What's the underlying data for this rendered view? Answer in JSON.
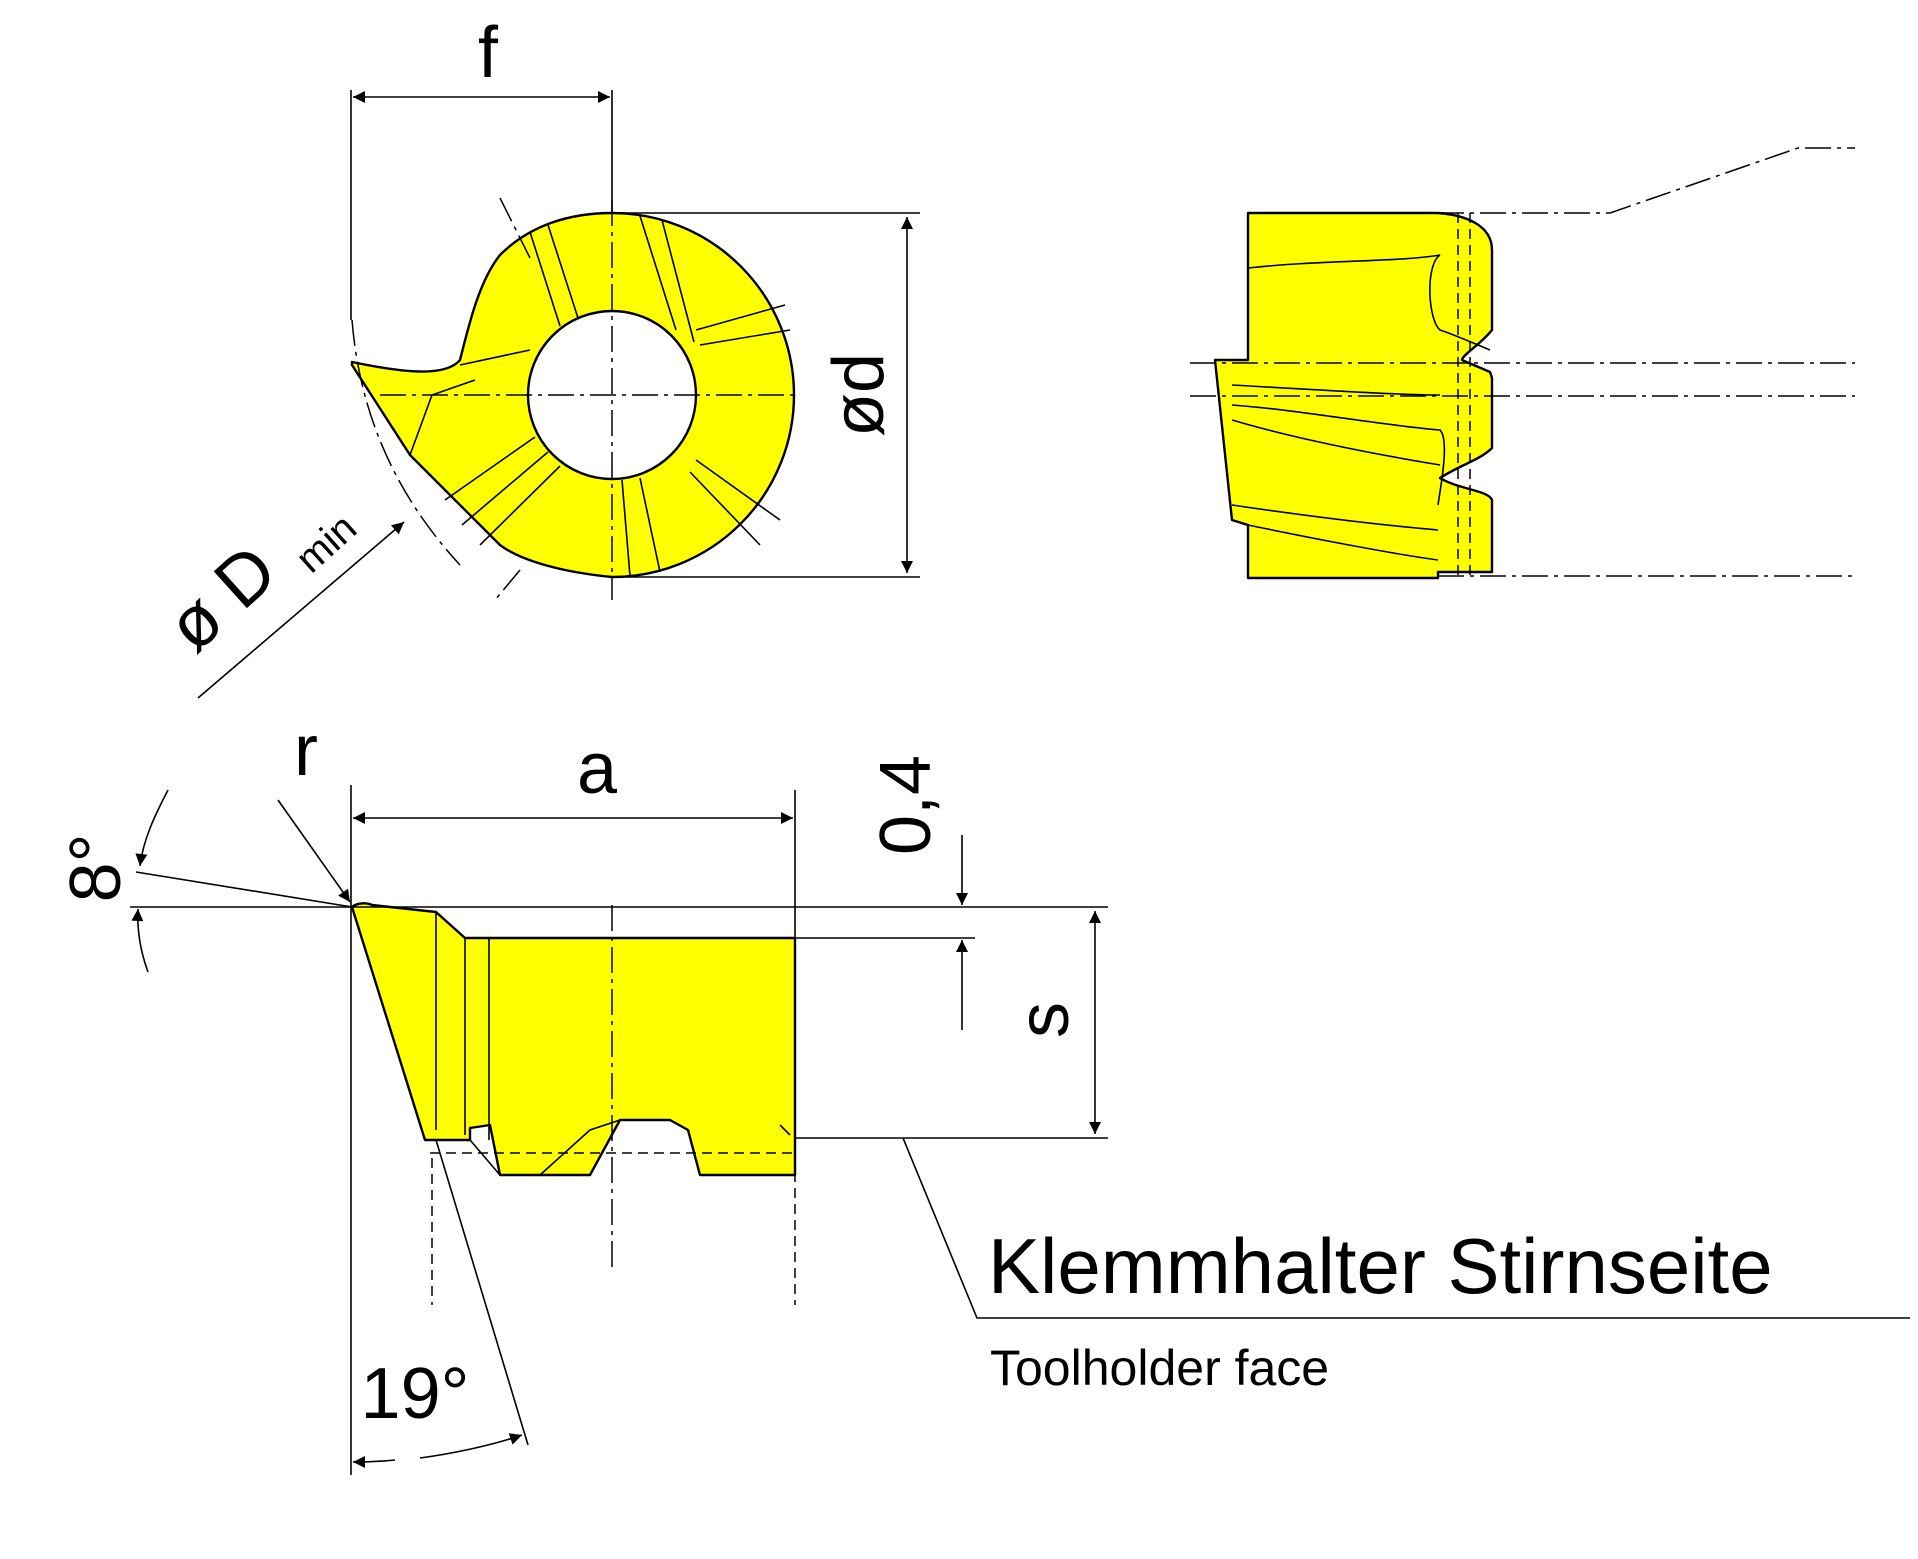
{
  "colors": {
    "insert": "#ffff00",
    "line": "#000000",
    "background": "#ffffff"
  },
  "labels": {
    "f": "f",
    "d": "ød",
    "D": "ø D",
    "D_sub": "min",
    "r": "r",
    "a": "a",
    "gap": "0,4",
    "s": "s",
    "angle_top": "8°",
    "angle_bottom": "19°"
  },
  "caption": {
    "main": "Klemmhalter Stirnseite",
    "sub": "Toolholder face"
  }
}
